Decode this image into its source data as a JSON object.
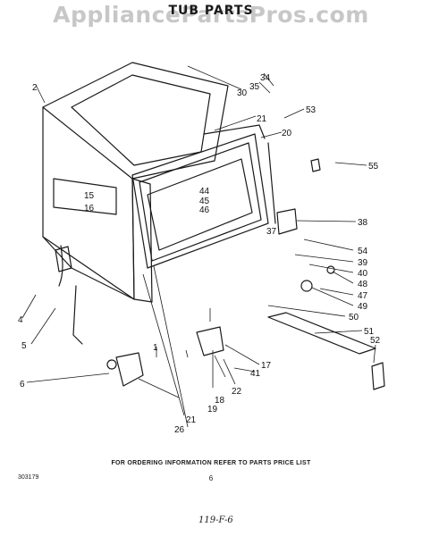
{
  "watermark": "AppliancePartsPros.com",
  "title": "TUB PARTS",
  "subtitle": "",
  "footer_note": "FOR ORDERING INFORMATION REFER TO PARTS PRICE LIST",
  "page_number": "6",
  "document_code": "303179",
  "handwritten_note": "119-F-6",
  "callouts": [
    "1",
    "2",
    "4",
    "5",
    "6",
    "15",
    "16",
    "17",
    "18",
    "19",
    "20",
    "21",
    "21",
    "22",
    "26",
    "30",
    "34",
    "35",
    "37",
    "38",
    "39",
    "40",
    "41",
    "44",
    "45",
    "46",
    "47",
    "48",
    "49",
    "50",
    "51",
    "52",
    "53",
    "54",
    "55"
  ]
}
